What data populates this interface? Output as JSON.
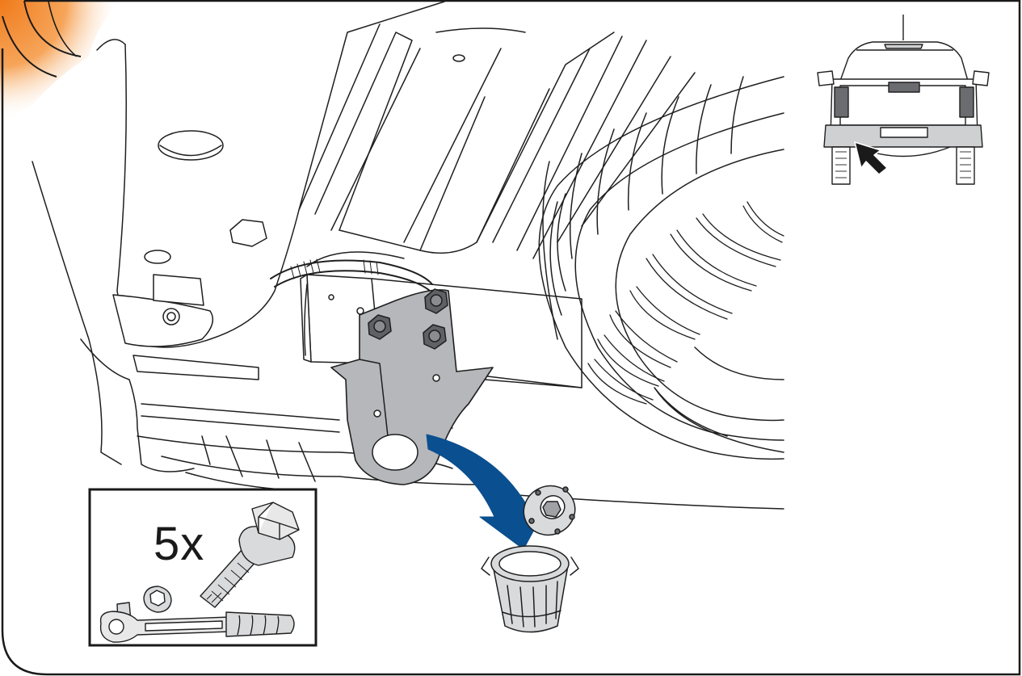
{
  "tool_inset": {
    "count_label": "5x",
    "items": [
      "flange-bolt",
      "hex-socket",
      "ratchet-wrench"
    ]
  },
  "vehicle_inset": {
    "view": "rear",
    "indicator": "arrow-pointing-to-left-rear-underside"
  },
  "main_illustration": {
    "component": "bracket",
    "fasteners": 3,
    "action": "remove-and-discard",
    "target": "trash-bin"
  },
  "colors": {
    "frame": "#1a1a1a",
    "accent_orange": "#f08a2a",
    "arrow_blue": "#0a4f8f",
    "bracket_gray": "#b5b7ba",
    "part_gray": "#d9dadc",
    "line": "#1f1f1f"
  }
}
